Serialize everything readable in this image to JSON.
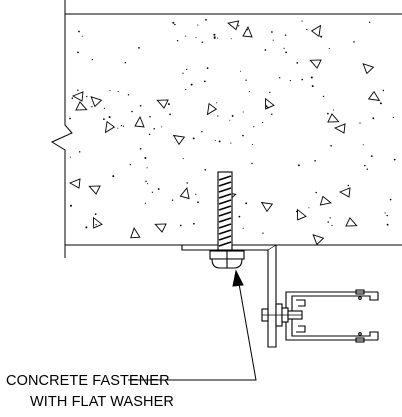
{
  "colors": {
    "line": "#000000",
    "background": "#ffffff"
  },
  "icons": {
    "concrete_texture": "concrete-aggregate-hatch",
    "break_symbol": "break-line-icon",
    "fastener": "threaded-anchor-icon",
    "washer": "flat-washer-icon",
    "arrow": "leader-arrow-icon",
    "channel": "strut-channel-icon",
    "bolt": "hex-bolt-icon"
  },
  "callout": {
    "line1": "CONCRETE FASTENER",
    "line2": "WITH FLAT WASHER"
  }
}
